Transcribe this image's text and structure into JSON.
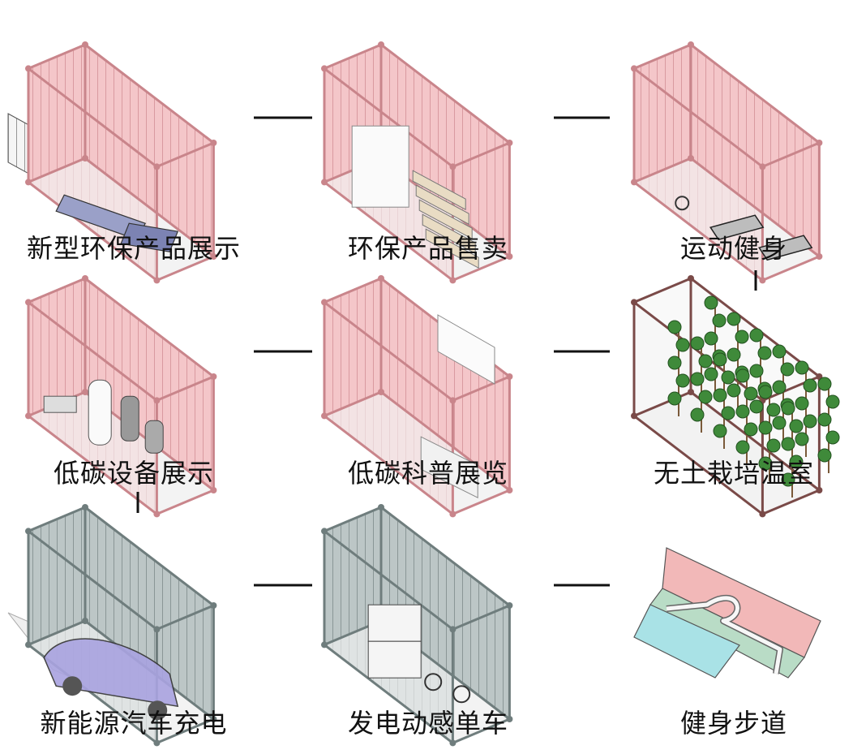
{
  "modules": [
    {
      "id": "eco-product-display",
      "label": "新型环保产品展示",
      "color": "#f3c4c8",
      "interior": "vehicle-chassis"
    },
    {
      "id": "eco-product-sales",
      "label": "环保产品售卖",
      "color": "#f3c4c8",
      "interior": "shelves"
    },
    {
      "id": "sports-fitness",
      "label": "运动健身",
      "color": "#f3c4c8",
      "interior": "treadmills"
    },
    {
      "id": "low-carbon-equipment",
      "label": "低碳设备展示",
      "color": "#f3c4c8",
      "interior": "tanks"
    },
    {
      "id": "low-carbon-science",
      "label": "低碳科普展览",
      "color": "#f3c4c8",
      "interior": "display-board"
    },
    {
      "id": "soilless-greenhouse",
      "label": "无土栽培温室",
      "color": "#7a4a48",
      "interior": "plants"
    },
    {
      "id": "ev-charging",
      "label": "新能源汽车充电",
      "color": "#b7c0c0",
      "interior": "car"
    },
    {
      "id": "power-bike",
      "label": "发电动感单车",
      "color": "#b7c0c0",
      "interior": "bikes"
    },
    {
      "id": "fitness-trail",
      "label": "健身步道",
      "color": "#f0b9b9",
      "interior": "trail"
    }
  ],
  "colors": {
    "container_pink": "#f4c6c9",
    "container_pink_line": "#c9858b",
    "container_gray": "#b9c3c3",
    "container_gray_line": "#6f7d7d",
    "frame_dark": "#5b3b3b",
    "car_purple": "#a9a3e0",
    "shelf_tan": "#e9dcc4",
    "plant_green": "#3f8a3a",
    "trail_pink": "#f2b8b8",
    "trail_green": "#b9dcc6",
    "trail_cyan": "#a9e2e6"
  }
}
